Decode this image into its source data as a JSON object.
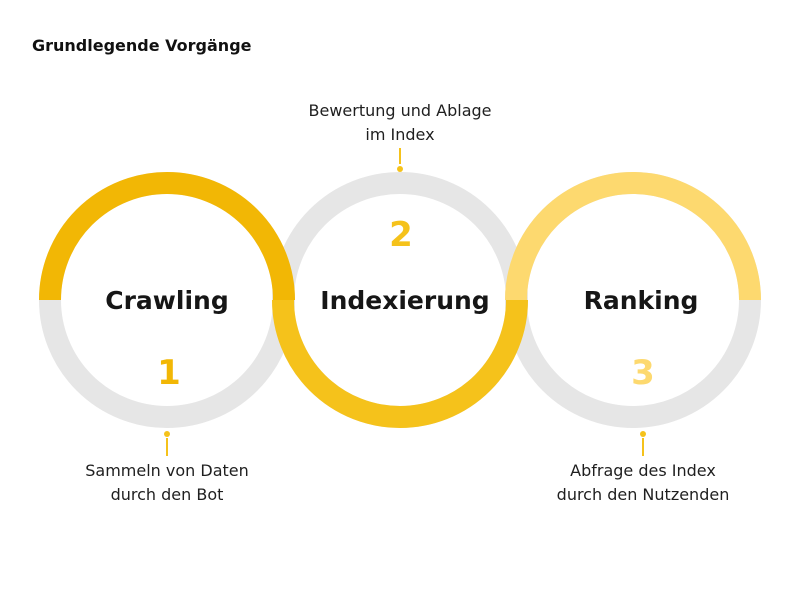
{
  "title": "Grundlegende Vorgänge",
  "colors": {
    "ring_grey": "#e6e6e6",
    "stage1_ring": "#f2b705",
    "stage2_ring": "#f5c21b",
    "stage3_ring": "#fdd96f",
    "stage1_number": "#f2b705",
    "stage2_number": "#f5c21b",
    "stage3_number": "#fdd96f",
    "connector": "#f5c21b"
  },
  "stages": [
    {
      "name": "Crawling",
      "number": "1",
      "description": [
        "Sammeln von Daten",
        "durch den Bot"
      ]
    },
    {
      "name": "Indexierung",
      "number": "2",
      "description": [
        "Bewertung und Ablage",
        "im Index"
      ]
    },
    {
      "name": "Ranking",
      "number": "3",
      "description": [
        "Abfrage des Index",
        "durch den Nutzenden"
      ]
    }
  ]
}
